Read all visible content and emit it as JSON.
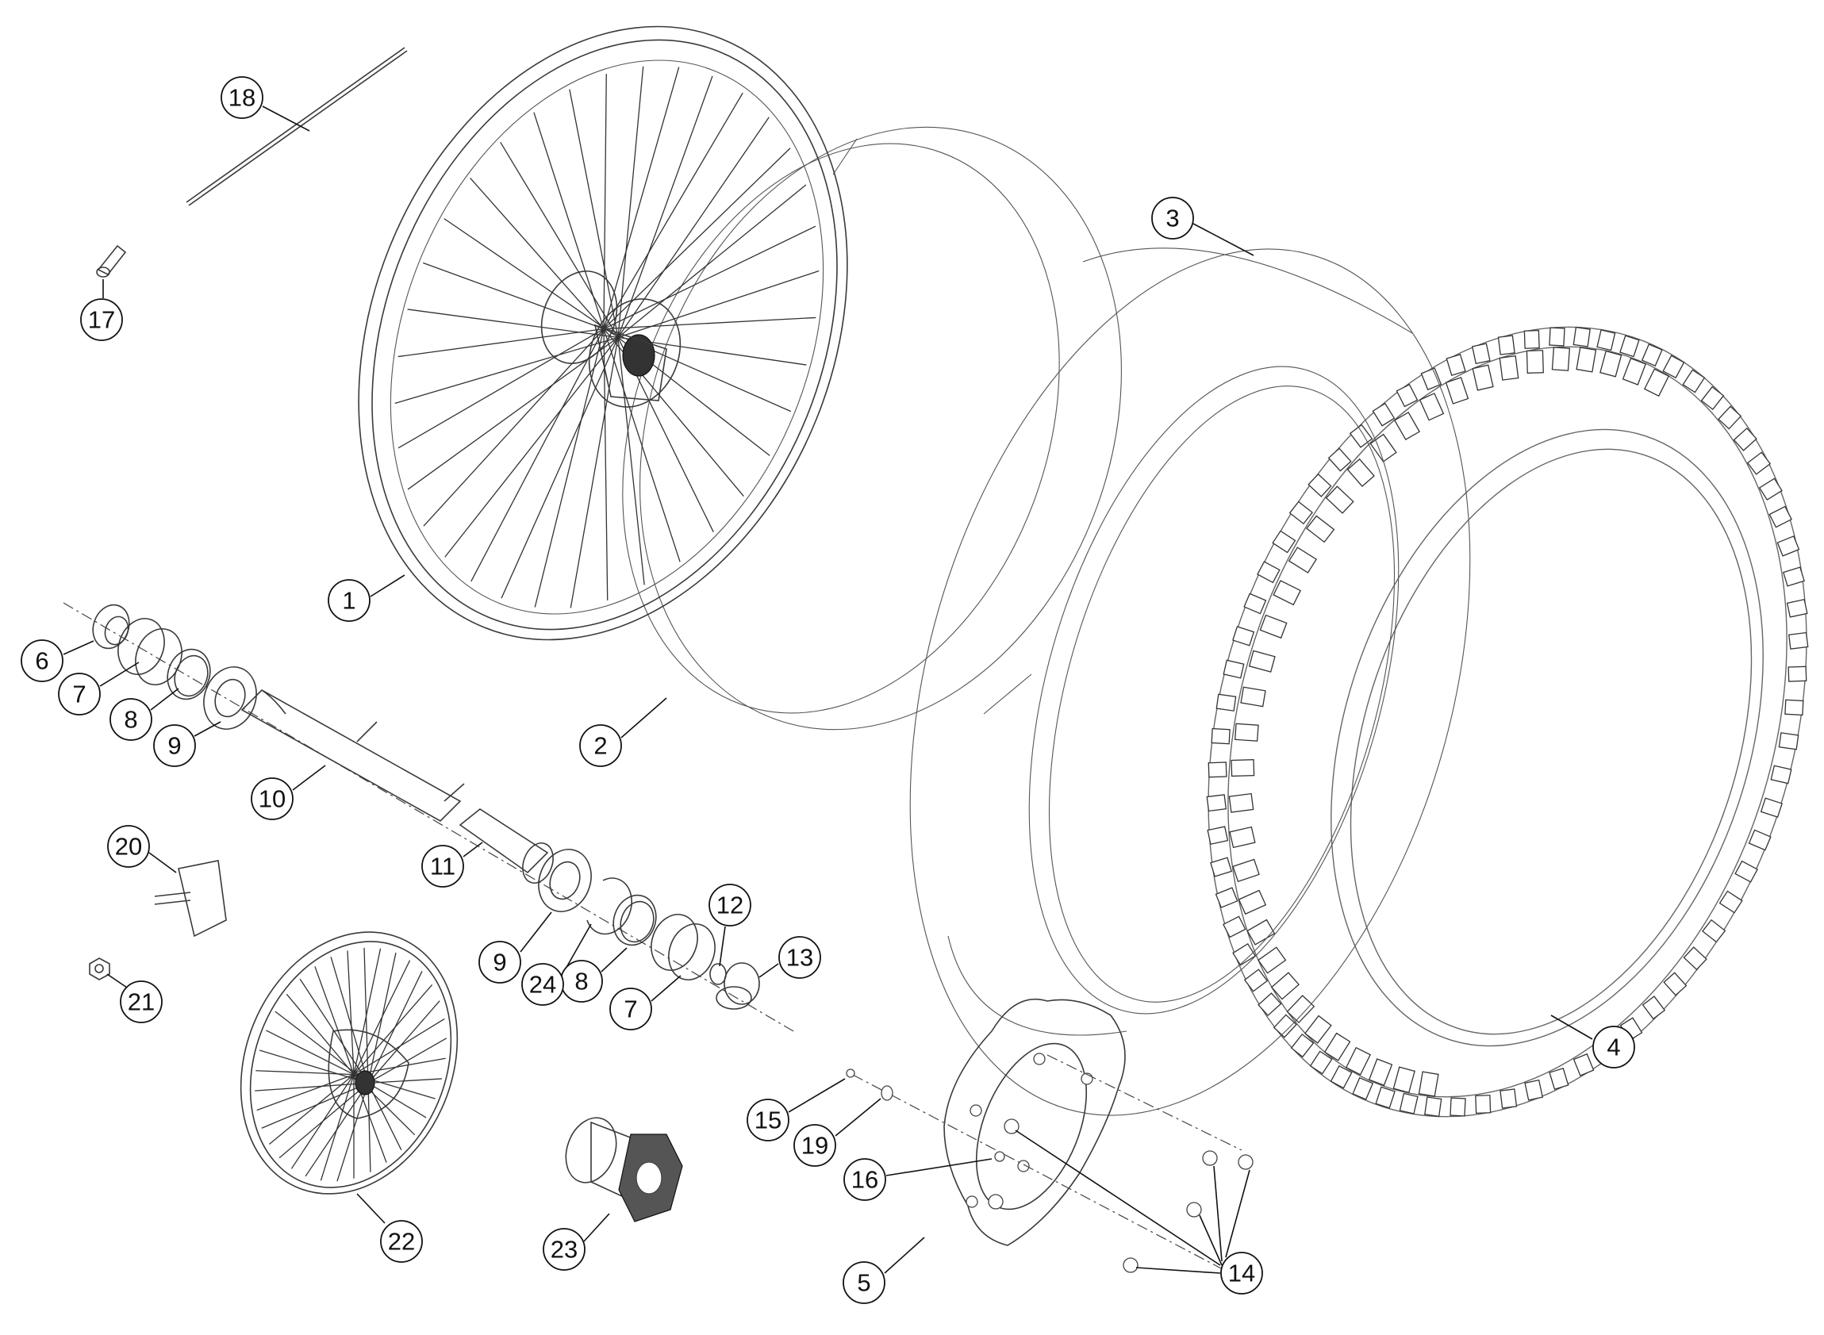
{
  "diagram": {
    "callouts": [
      {
        "id": "c1",
        "label": "1"
      },
      {
        "id": "c2",
        "label": "2"
      },
      {
        "id": "c3",
        "label": "3"
      },
      {
        "id": "c4",
        "label": "4"
      },
      {
        "id": "c5",
        "label": "5"
      },
      {
        "id": "c6",
        "label": "6"
      },
      {
        "id": "c7a",
        "label": "7"
      },
      {
        "id": "c7b",
        "label": "7"
      },
      {
        "id": "c8a",
        "label": "8"
      },
      {
        "id": "c8b",
        "label": "8"
      },
      {
        "id": "c9a",
        "label": "9"
      },
      {
        "id": "c9b",
        "label": "9"
      },
      {
        "id": "c10",
        "label": "10"
      },
      {
        "id": "c11",
        "label": "11"
      },
      {
        "id": "c12",
        "label": "12"
      },
      {
        "id": "c13",
        "label": "13"
      },
      {
        "id": "c14",
        "label": "14"
      },
      {
        "id": "c15",
        "label": "15"
      },
      {
        "id": "c16",
        "label": "16"
      },
      {
        "id": "c17",
        "label": "17"
      },
      {
        "id": "c18",
        "label": "18"
      },
      {
        "id": "c19",
        "label": "19"
      },
      {
        "id": "c20",
        "label": "20"
      },
      {
        "id": "c21",
        "label": "21"
      },
      {
        "id": "c22",
        "label": "22"
      },
      {
        "id": "c23",
        "label": "23"
      },
      {
        "id": "c24",
        "label": "24"
      }
    ]
  }
}
